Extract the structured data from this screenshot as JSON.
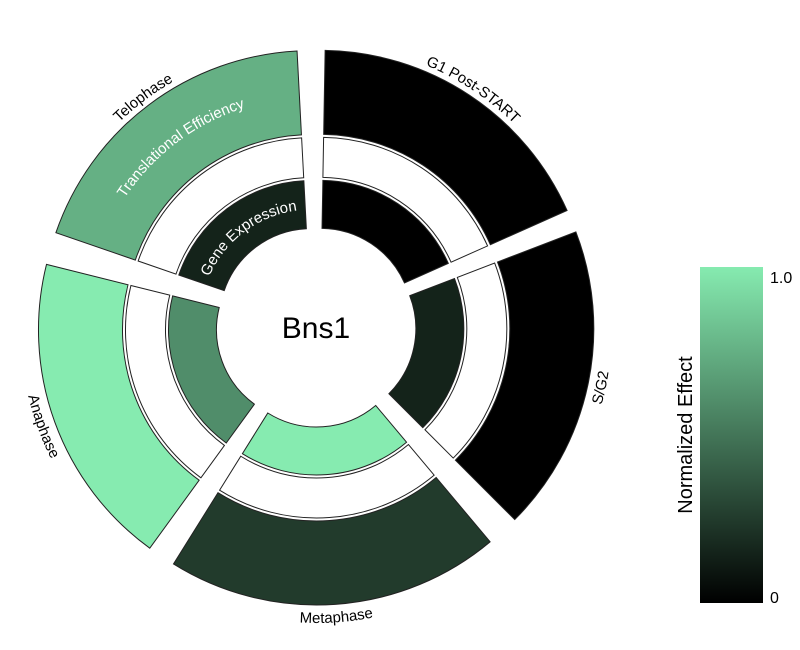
{
  "chart_data": {
    "type": "radial-heatmap",
    "title": "Bns1",
    "phases": [
      "G1 Post-START",
      "S/G2",
      "Metaphase",
      "Anaphase",
      "Telophase"
    ],
    "phase_angles_deg": [
      [
        1,
        66
      ],
      [
        69,
        135
      ],
      [
        140,
        212
      ],
      [
        216,
        284
      ],
      [
        289,
        357
      ]
    ],
    "rings": [
      {
        "name": "Gene Expression",
        "values": [
          0.0,
          0.15,
          1.0,
          0.6,
          0.15
        ]
      },
      {
        "name": "",
        "values": [
          null,
          null,
          null,
          null,
          null
        ]
      },
      {
        "name": "Translational Efficiency",
        "values": [
          0.0,
          0.0,
          0.25,
          1.0,
          0.75
        ]
      }
    ],
    "colorbar": {
      "label": "Normalized Effect",
      "min_label": "0",
      "max_label": "1.0",
      "range": [
        0,
        1
      ],
      "colors": [
        "#000000",
        "#86ebb0"
      ]
    }
  }
}
